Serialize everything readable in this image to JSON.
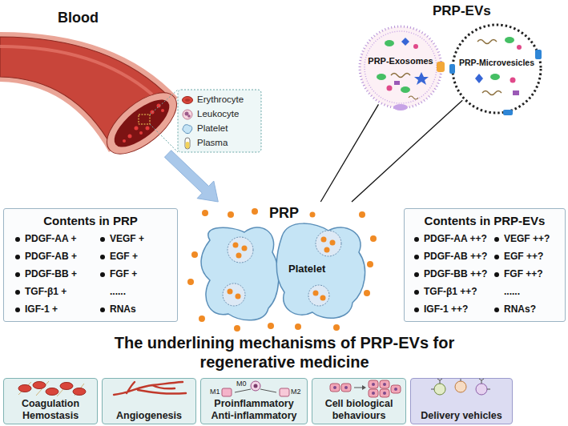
{
  "diagram": {
    "title": "The underlining mechanisms of PRP-EVs for regenerative medicine",
    "nodes": [
      {
        "text": [
          "Blood"
        ]
      },
      {
        "text": [
          "PRP-Exosomes"
        ]
      },
      {
        "text": [
          "PRP-Microvesicles"
        ]
      },
      {
        "text": [
          "Contents in PRP",
          "PDGF-AA +",
          "PDGF-AB +",
          "PDGF-BB +",
          "TGF-β1 +",
          "IGF-1 +",
          "VEGF +",
          "EGF +",
          "FGF +",
          "......",
          "RNAs"
        ]
      },
      {
        "text": [
          "PRP",
          "Platelet"
        ]
      },
      {
        "text": [
          "Contents in PRP-EVs",
          "PDGF-AA ++?",
          "PDGF-AB ++?",
          "PDGF-BB ++?",
          "TGF-β1 ++?",
          "IGF-1 ++?",
          "VEGF ++?",
          "EGF ++?",
          "FGF ++?",
          "......",
          "RNAs?"
        ]
      },
      {
        "text": [
          "Coagulation Hemostasis"
        ]
      },
      {
        "text": [
          "Angiogenesis"
        ]
      },
      {
        "text": [
          "Proinflammatory Anti-inflammatory"
        ]
      },
      {
        "text": [
          "Cell biological behaviours"
        ]
      },
      {
        "text": [
          "Delivery vehicles"
        ]
      }
    ],
    "edges": [
      {
        "from": 0,
        "to": 4,
        "arrow": "to"
      },
      {
        "from": 4,
        "to": 1,
        "arrow": "none"
      },
      {
        "from": 4,
        "to": 2,
        "arrow": "none"
      }
    ],
    "labels": [
      "PRP-EVs",
      "M0",
      "M1",
      "M2"
    ],
    "legend": [
      {
        "text": "Erythrocyte"
      },
      {
        "text": "Leukocyte"
      },
      {
        "text": "Platelet"
      },
      {
        "text": "Plasma"
      }
    ]
  }
}
